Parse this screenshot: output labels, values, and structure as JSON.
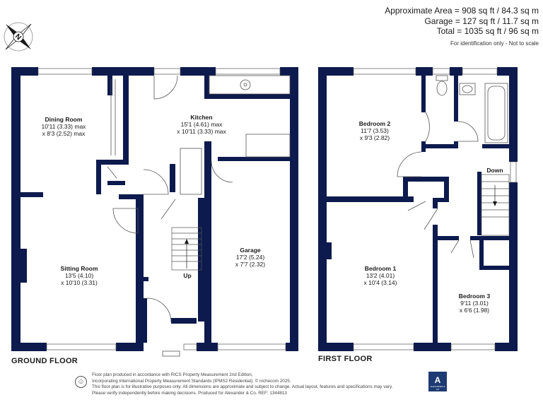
{
  "areas": {
    "approx": "Approximate Area = 908 sq ft / 84.3 sq m",
    "garage": "Garage = 127 sq ft / 11.7 sq m",
    "total": "Total = 1035 sq ft / 96 sq m",
    "note": "For identification only - Not to scale"
  },
  "compass": {
    "letter": "N"
  },
  "ground_floor": {
    "label": "GROUND FLOOR",
    "rooms": {
      "dining": {
        "name": "Dining Room",
        "dim1": "10'11 (3.33) max",
        "dim2": "x 8'3 (2.52) max"
      },
      "kitchen": {
        "name": "Kitchen",
        "dim1": "15'1 (4.61) max",
        "dim2": "x 10'11 (3.33) max"
      },
      "sitting": {
        "name": "Sitting Room",
        "dim1": "13'5 (4.10)",
        "dim2": "x 10'10 (3.31)"
      },
      "garage": {
        "name": "Garage",
        "dim1": "17'2 (5.24)",
        "dim2": "x 7'7 (2.32)"
      }
    },
    "stairs_label": "Up"
  },
  "first_floor": {
    "label": "FIRST FLOOR",
    "rooms": {
      "bed2": {
        "name": "Bedroom 2",
        "dim1": "11'7 (3.53)",
        "dim2": "x 9'3 (2.82)"
      },
      "bed1": {
        "name": "Bedroom 1",
        "dim1": "13'2 (4.01)",
        "dim2": "x 10'4 (3.14)"
      },
      "bed3": {
        "name": "Bedroom 3",
        "dim1": "9'11 (3.01)",
        "dim2": "x 6'6 (1.98)"
      }
    },
    "stairs_label": "Down"
  },
  "footer": {
    "line1": "Floor plan produced in accordance with RICS Property Measurement 2nd Edition,",
    "line2": "Incorporating International Property Measurement Standards (IPMS2 Residential). © nichecom 2025.",
    "line3": "This floor plan is for illustrative purposes only. All dimensions are approximate and subject to change. Actual layout, features and specifications may vary.",
    "line4": "Please verify independently before making decisions. Produced for Alexander & Co.   REF: 1344813"
  },
  "brand": {
    "initial": "A",
    "name": "ALEXANDER & CO"
  },
  "colors": {
    "wall": "#0d1a4d",
    "ink": "#1a1a1a"
  }
}
